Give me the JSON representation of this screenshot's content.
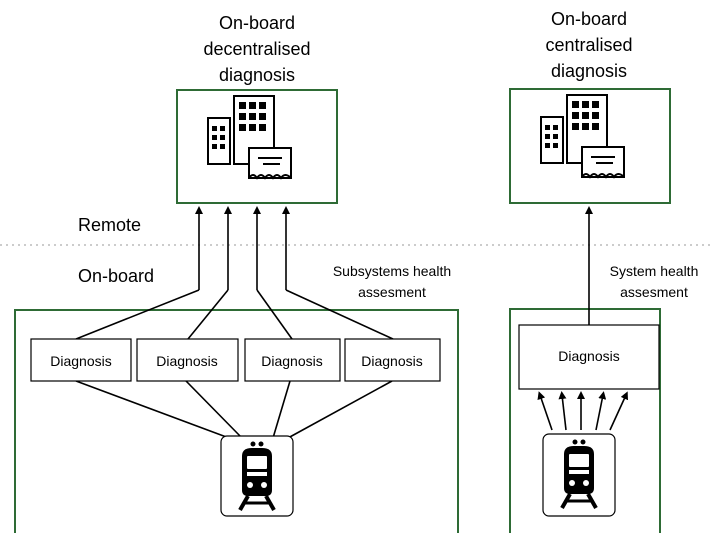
{
  "diagram": {
    "title_left": [
      "On-board",
      "decentralised",
      "diagnosis"
    ],
    "title_right": [
      "On-board",
      "centralised",
      "diagnosis"
    ],
    "label_remote": "Remote",
    "label_onboard": "On-board",
    "annotation_left": [
      "Subsystems health",
      "assesment"
    ],
    "annotation_right": [
      "System health",
      "assesment"
    ],
    "diagnosis_left": [
      "Diagnosis",
      "Diagnosis",
      "Diagnosis",
      "Diagnosis"
    ],
    "diagnosis_right": "Diagnosis",
    "colors": {
      "container_border": "#2e6b35",
      "line": "#000000",
      "divider": "#999999"
    },
    "icons": [
      "building-icon",
      "train-icon"
    ]
  }
}
